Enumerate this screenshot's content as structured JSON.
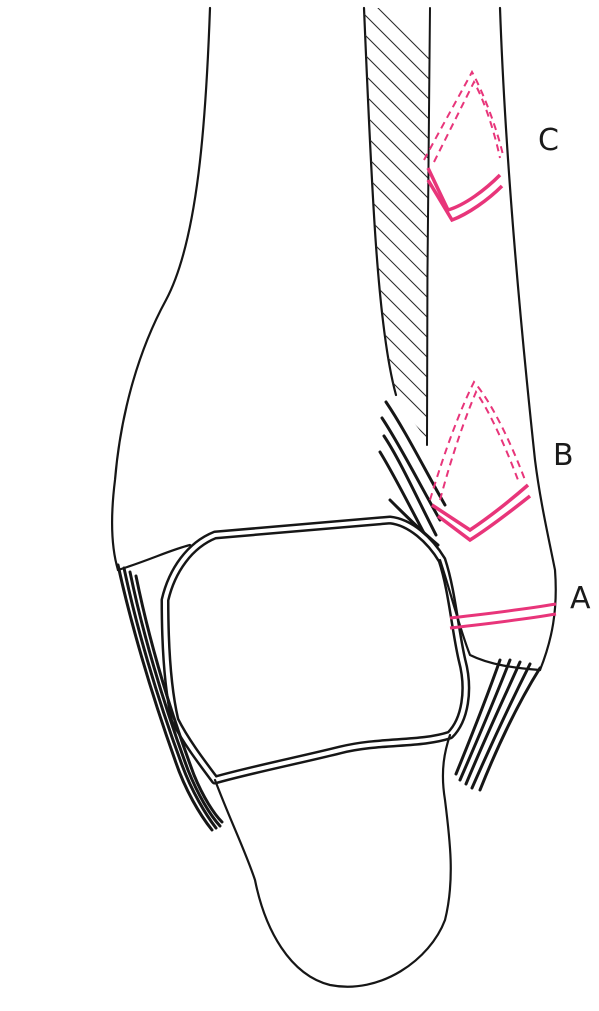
{
  "diagram": {
    "labels": {
      "a": "A",
      "b": "B",
      "c": "C"
    },
    "colors": {
      "ink": "#161616",
      "fracture": "#e8357a",
      "paper": "#ffffff"
    }
  }
}
